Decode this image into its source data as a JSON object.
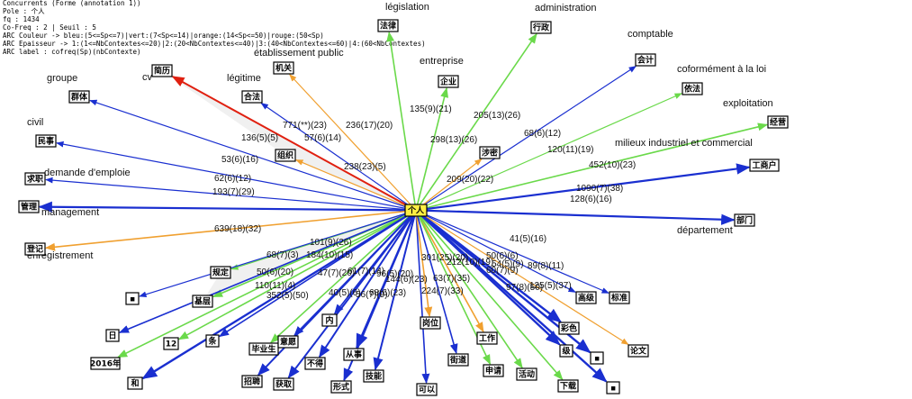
{
  "header": {
    "lines": [
      "Concurrents (Forme (annotation 1))",
      "Pole : 个人",
      "fq : 1434",
      "Co-Freq : 2 | Seuil : 5",
      "ARC Couleur -> bleu:(5<=Sp<=7)|vert:(7<Sp<=14)|orange:(14<Sp<=50)|rouge:(50<Sp)",
      "ARC Epaisseur -> 1:(1<=NbContextes<=20)|2:(20<NbContextes<=40)|3:(40<NbContextes<=60)|4:(60<NbContextes)",
      "ARC label : cofreq(Sp)(nbContexte)"
    ]
  },
  "colors": {
    "blue": "#1a2fd0",
    "green": "#6ad94a",
    "orange": "#f0a030",
    "red": "#e02010",
    "pole": "#ffee44"
  },
  "pole": {
    "label": "个人"
  },
  "nodes": [
    {
      "id": "falv",
      "label": "法律"
    },
    {
      "id": "xingzheng",
      "label": "行政"
    },
    {
      "id": "qiye",
      "label": "企业"
    },
    {
      "id": "jiguan",
      "label": "机关"
    },
    {
      "id": "kuaiji",
      "label": "会计"
    },
    {
      "id": "yifa",
      "label": "依法"
    },
    {
      "id": "jingying",
      "label": "经营"
    },
    {
      "id": "gongshanghu",
      "label": "工商户"
    },
    {
      "id": "bumen",
      "label": "部门"
    },
    {
      "id": "jianli",
      "label": "简历"
    },
    {
      "id": "qunti",
      "label": "群体"
    },
    {
      "id": "hefa",
      "label": "合法"
    },
    {
      "id": "minshi",
      "label": "民事"
    },
    {
      "id": "zuzhi",
      "label": "组织"
    },
    {
      "id": "qiuzhi",
      "label": "求职"
    },
    {
      "id": "guanli",
      "label": "管理"
    },
    {
      "id": "dengji",
      "label": "登记"
    },
    {
      "id": "gaoji",
      "label": "高级"
    },
    {
      "id": "guiding",
      "label": "规定"
    },
    {
      "id": "dot1",
      "label": "▪"
    },
    {
      "id": "jiceng",
      "label": "基层"
    },
    {
      "id": "ri",
      "label": "日"
    },
    {
      "id": "n12",
      "label": "12"
    },
    {
      "id": "tiao",
      "label": "条"
    },
    {
      "id": "y2016",
      "label": "2016年"
    },
    {
      "id": "he",
      "label": "和"
    },
    {
      "id": "biyesheng",
      "label": "毕业生"
    },
    {
      "id": "yiyuan",
      "label": "意愿"
    },
    {
      "id": "zhaopin",
      "label": "招聘"
    },
    {
      "id": "huoqu",
      "label": "获取"
    },
    {
      "id": "nei",
      "label": "内"
    },
    {
      "id": "bude",
      "label": "不得"
    },
    {
      "id": "congshi",
      "label": "从事"
    },
    {
      "id": "jineng",
      "label": "技能"
    },
    {
      "id": "xingshi",
      "label": "形式"
    },
    {
      "id": "keyi",
      "label": "可以"
    },
    {
      "id": "gangwei",
      "label": "岗位"
    },
    {
      "id": "jiedao",
      "label": "街道"
    },
    {
      "id": "gongzuo",
      "label": "工作"
    },
    {
      "id": "shenqing",
      "label": "申请"
    },
    {
      "id": "huodong",
      "label": "活动"
    },
    {
      "id": "xiazai",
      "label": "下载"
    },
    {
      "id": "biaozhun",
      "label": "标准"
    },
    {
      "id": "caise",
      "label": "彩色"
    },
    {
      "id": "lunwen",
      "label": "论文"
    },
    {
      "id": "dot2",
      "label": "▪"
    },
    {
      "id": "dot3",
      "label": "▪"
    },
    {
      "id": "qi",
      "label": "级"
    },
    {
      "id": "laokao",
      "label": "涉密"
    }
  ],
  "translations": [
    {
      "id": "t_legislation",
      "text": "législation"
    },
    {
      "id": "t_administration",
      "text": "administration"
    },
    {
      "id": "t_etab",
      "text": "établissement public"
    },
    {
      "id": "t_entreprise",
      "text": "entreprise"
    },
    {
      "id": "t_comptable",
      "text": "comptable"
    },
    {
      "id": "t_groupe",
      "text": "groupe"
    },
    {
      "id": "t_cv",
      "text": "cv"
    },
    {
      "id": "t_legitime",
      "text": "légitime"
    },
    {
      "id": "t_conforme",
      "text": "coformément à la loi"
    },
    {
      "id": "t_exploitation",
      "text": "exploitation"
    },
    {
      "id": "t_civil",
      "text": "civil"
    },
    {
      "id": "t_milieux",
      "text": "milieux industriel et commercial"
    },
    {
      "id": "t_demande",
      "text": "demande d'emploie"
    },
    {
      "id": "t_management",
      "text": "management"
    },
    {
      "id": "t_departement",
      "text": "département"
    },
    {
      "id": "t_enregistrement",
      "text": "enregistrement"
    }
  ],
  "edges": [
    {
      "to": "falv",
      "color": "green",
      "width": 1.6,
      "label": "135(9)(21)"
    },
    {
      "to": "xingzheng",
      "color": "green",
      "width": 1.6,
      "label": "205(13)(26)"
    },
    {
      "to": "qiye",
      "color": "green",
      "width": 1.6,
      "label": "236(17)(20)"
    },
    {
      "to": "jiguan",
      "color": "orange",
      "width": 1.2,
      "label": "771(**)(23)"
    },
    {
      "to": "kuaiji",
      "color": "blue",
      "width": 1.2,
      "label": "68(6)(12)"
    },
    {
      "to": "yifa",
      "color": "green",
      "width": 1.2,
      "label": "120(11)(19)"
    },
    {
      "to": "jingying",
      "color": "green",
      "width": 1.6,
      "label": "209(20)(22)"
    },
    {
      "to": "gongshanghu",
      "color": "blue",
      "width": 2.2,
      "label": "452(10)(23)"
    },
    {
      "to": "bumen",
      "color": "blue",
      "width": 2.2,
      "label": "1090(7)(38)"
    },
    {
      "to": "jianli",
      "color": "red",
      "width": 2.0,
      "label": ""
    },
    {
      "to": "qunti",
      "color": "blue",
      "width": 1.2,
      "label": "136(5)(5)"
    },
    {
      "to": "hefa",
      "color": "blue",
      "width": 1.2,
      "label": "57(6)(14)"
    },
    {
      "to": "minshi",
      "color": "blue",
      "width": 1.2,
      "label": "53(6)(16)"
    },
    {
      "to": "zuzhi",
      "color": "orange",
      "width": 1.2,
      "label": "238(23)(5)"
    },
    {
      "to": "laokao",
      "color": "orange",
      "width": 1.2,
      "label": "298(13)(26)"
    },
    {
      "to": "qiuzhi",
      "color": "blue",
      "width": 1.2,
      "label": "62(6)(12)"
    },
    {
      "to": "guanli",
      "color": "blue",
      "width": 2.2,
      "label": "193(7)(29)"
    },
    {
      "to": "dengji",
      "color": "orange",
      "width": 1.6,
      "label": "639(18)(32)"
    },
    {
      "to": "gaoji",
      "color": "blue",
      "width": 1.2,
      "label": "128(6)(16)"
    },
    {
      "to": "guiding",
      "color": "green",
      "width": 1.2,
      "label": "101(9)(26)"
    },
    {
      "to": "dot1",
      "color": "blue",
      "width": 1.2,
      "label": "68(7)(3)"
    },
    {
      "to": "jiceng",
      "color": "green",
      "width": 1.6,
      "label": "184(10)(15)"
    },
    {
      "to": "ri",
      "color": "blue",
      "width": 1.6,
      "label": "50(6)(20)"
    },
    {
      "to": "n12",
      "color": "green",
      "width": 1.6,
      "label": "110(11)(4)"
    },
    {
      "to": "tiao",
      "color": "blue",
      "width": 1.6,
      "label": "352(5)(50)"
    },
    {
      "to": "y2016",
      "color": "green",
      "width": 1.6,
      "label": ""
    },
    {
      "to": "he",
      "color": "blue",
      "width": 2.4,
      "label": ""
    },
    {
      "to": "biyesheng",
      "color": "green",
      "width": 1.6,
      "label": "47(7)(20)"
    },
    {
      "to": "yiyuan",
      "color": "blue",
      "width": 1.6,
      "label": "61(7)(14)"
    },
    {
      "to": "zhaopin",
      "color": "blue",
      "width": 2.0,
      "label": ""
    },
    {
      "to": "huoqu",
      "color": "blue",
      "width": 2.0,
      "label": "40(5)(6)"
    },
    {
      "to": "nei",
      "color": "blue",
      "width": 1.6,
      "label": "56(7)(9)"
    },
    {
      "to": "bude",
      "color": "blue",
      "width": 2.0,
      "label": "68(6)(23)"
    },
    {
      "to": "congshi",
      "color": "blue",
      "width": 2.4,
      "label": "96(5)(20)"
    },
    {
      "to": "jineng",
      "color": "blue",
      "width": 2.0,
      "label": "144(6)(23)"
    },
    {
      "to": "xingshi",
      "color": "blue",
      "width": 2.0,
      "label": ""
    },
    {
      "to": "keyi",
      "color": "blue",
      "width": 1.6,
      "label": "224(7)(33)"
    },
    {
      "to": "gangwei",
      "color": "orange",
      "width": 1.6,
      "label": "301(25)(20)"
    },
    {
      "to": "jiedao",
      "color": "blue",
      "width": 1.6,
      "label": ""
    },
    {
      "to": "gongzuo",
      "color": "orange",
      "width": 1.6,
      "label": "212(10)(19)"
    },
    {
      "to": "shenqing",
      "color": "green",
      "width": 1.6,
      "label": "63(7)(35)"
    },
    {
      "to": "huodong",
      "color": "green",
      "width": 1.6,
      "label": "50(6)(6)"
    },
    {
      "to": "xiazai",
      "color": "green",
      "width": 1.6,
      "label": "60(7)(9)"
    },
    {
      "to": "biaozhun",
      "color": "blue",
      "width": 1.2,
      "label": "41(5)(16)"
    },
    {
      "to": "caise",
      "color": "blue",
      "width": 2.4,
      "label": "54(5)(9)"
    },
    {
      "to": "lunwen",
      "color": "orange",
      "width": 1.2,
      "label": "89(8)(11)"
    },
    {
      "to": "dot2",
      "color": "blue",
      "width": 2.4,
      "label": "97(8)(50)"
    },
    {
      "to": "dot3",
      "color": "blue",
      "width": 2.4,
      "label": "125(5)(37)"
    },
    {
      "to": "qi",
      "color": "blue",
      "width": 2.4,
      "label": ""
    }
  ]
}
